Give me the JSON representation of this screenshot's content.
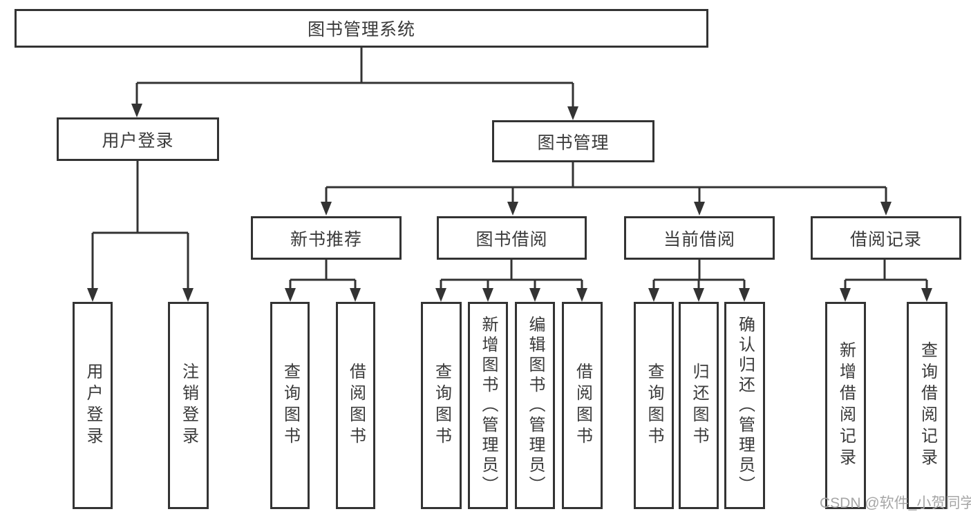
{
  "tree": {
    "root": {
      "label": "图书管理系统"
    },
    "branches": [
      {
        "label": "用户登录",
        "children": [
          {
            "label": "用户登录"
          },
          {
            "label": "注销登录"
          }
        ]
      },
      {
        "label": "图书管理",
        "children": [
          {
            "label": "新书推荐",
            "children": [
              {
                "label": "查询图书"
              },
              {
                "label": "借阅图书"
              }
            ]
          },
          {
            "label": "图书借阅",
            "children": [
              {
                "label": "查询图书"
              },
              {
                "label": "新增图书（管理员）"
              },
              {
                "label": "编辑图书（管理员）"
              },
              {
                "label": "借阅图书"
              }
            ]
          },
          {
            "label": "当前借阅",
            "children": [
              {
                "label": "查询图书"
              },
              {
                "label": "归还图书"
              },
              {
                "label": "确认归还（管理员）"
              }
            ]
          },
          {
            "label": "借阅记录",
            "children": [
              {
                "label": "新增借阅记录"
              },
              {
                "label": "查询借阅记录"
              }
            ]
          }
        ]
      }
    ]
  },
  "watermark": {
    "text": "CSDN @软件_小贺同学"
  },
  "colors": {
    "line": "#333333",
    "box_border": "#333333",
    "text": "#3a3a3a",
    "watermark": "#a6a6a6",
    "background": "#ffffff"
  }
}
